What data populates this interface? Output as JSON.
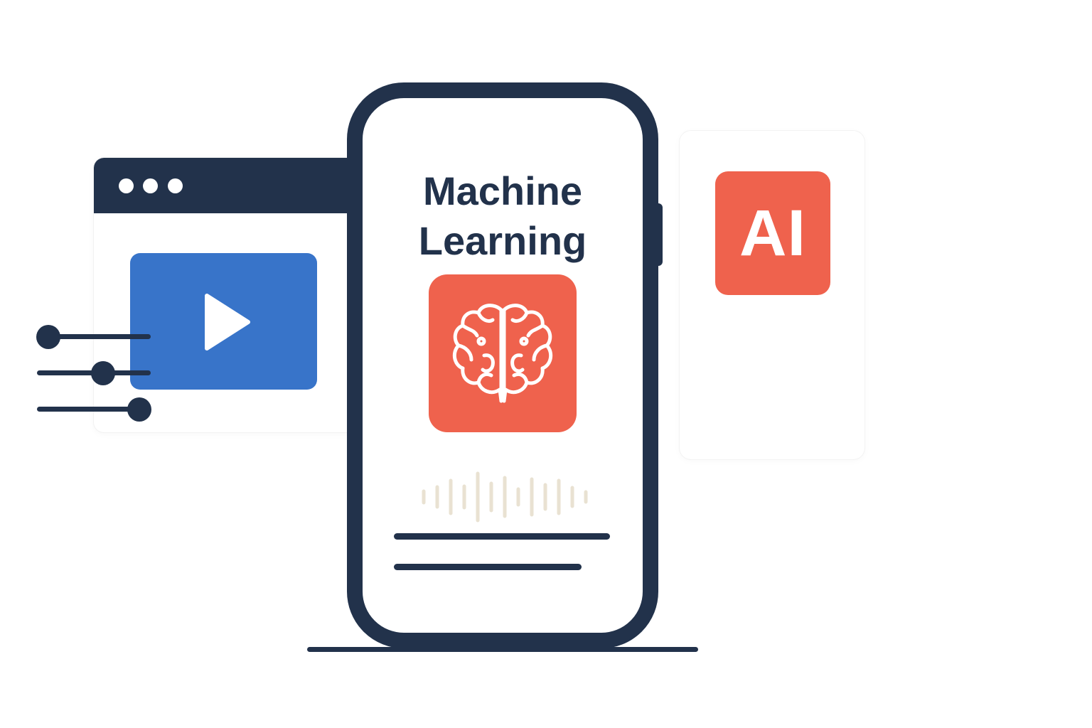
{
  "phone": {
    "title_line1": "Machine",
    "title_line2": "Learning"
  },
  "ai_card": {
    "badge_label": "AI",
    "sliders": [
      {
        "value": 0.1
      },
      {
        "value": 0.58
      },
      {
        "value": 0.9
      }
    ]
  },
  "icons": {
    "video": "play-icon",
    "brain": "brain-icon",
    "audio": "sound-wave-icon"
  },
  "colors": {
    "navy": "#22324b",
    "accent_red": "#ef624d",
    "video_blue": "#3874c9",
    "wave_beige": "#e9e2d2"
  }
}
